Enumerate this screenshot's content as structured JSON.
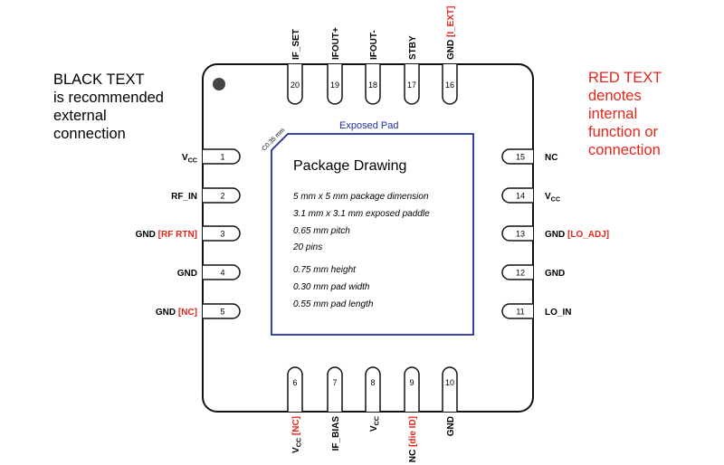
{
  "colors": {
    "black": "#000000",
    "red": "#e3261b",
    "pad_outline": "#1f2fa0",
    "pad_label": "#1f2fa0",
    "body_outline": "#111111",
    "dot": "#444444"
  },
  "legend_black": {
    "lines": [
      "BLACK TEXT",
      "is recommended",
      "external",
      "connection"
    ]
  },
  "legend_red": {
    "lines": [
      "RED TEXT",
      "denotes",
      "internal",
      "function or",
      "connection"
    ]
  },
  "exposed_pad_label": "Exposed Pad",
  "corner_label": "C0.35 mm",
  "drawing": {
    "title": "Package Drawing",
    "specs": [
      "5  mm x 5 mm package dimension",
      "3.1 mm  x 3.1 mm exposed paddle",
      "0.65 mm pitch",
      "20 pins",
      "0.75 mm height",
      "0.30 mm pad width",
      "0.55 mm pad length"
    ]
  },
  "pins": {
    "left": [
      {
        "num": "1",
        "black": "V",
        "sub": "CC",
        "red": ""
      },
      {
        "num": "2",
        "black": "RF_IN",
        "sub": "",
        "red": ""
      },
      {
        "num": "3",
        "black": "GND",
        "sub": "",
        "red": "[RF RTN]"
      },
      {
        "num": "4",
        "black": "GND",
        "sub": "",
        "red": ""
      },
      {
        "num": "5",
        "black": "GND",
        "sub": "",
        "red": "[NC]"
      }
    ],
    "bottom": [
      {
        "num": "6",
        "black": "V",
        "sub": "CC",
        "red": "[NC]"
      },
      {
        "num": "7",
        "black": "IF_BIAS",
        "sub": "",
        "red": ""
      },
      {
        "num": "8",
        "black": "V",
        "sub": "CC",
        "red": ""
      },
      {
        "num": "9",
        "black": "NC",
        "sub": "",
        "red": "[die ID]"
      },
      {
        "num": "10",
        "black": "GND",
        "sub": "",
        "red": ""
      }
    ],
    "right": [
      {
        "num": "11",
        "black": "LO_IN",
        "sub": "",
        "red": ""
      },
      {
        "num": "12",
        "black": "GND",
        "sub": "",
        "red": ""
      },
      {
        "num": "13",
        "black": "GND",
        "sub": "",
        "red": "[LO_ADJ]"
      },
      {
        "num": "14",
        "black": "V",
        "sub": "CC",
        "red": ""
      },
      {
        "num": "15",
        "black": "NC",
        "sub": "",
        "red": ""
      }
    ],
    "top": [
      {
        "num": "16",
        "black": "GND",
        "sub": "",
        "red": "[I_EXT]"
      },
      {
        "num": "17",
        "black": "STBY",
        "sub": "",
        "red": ""
      },
      {
        "num": "18",
        "black": "IFOUT-",
        "sub": "",
        "red": ""
      },
      {
        "num": "19",
        "black": "IFOUT+",
        "sub": "",
        "red": ""
      },
      {
        "num": "20",
        "black": "IF_SET",
        "sub": "",
        "red": ""
      }
    ]
  }
}
